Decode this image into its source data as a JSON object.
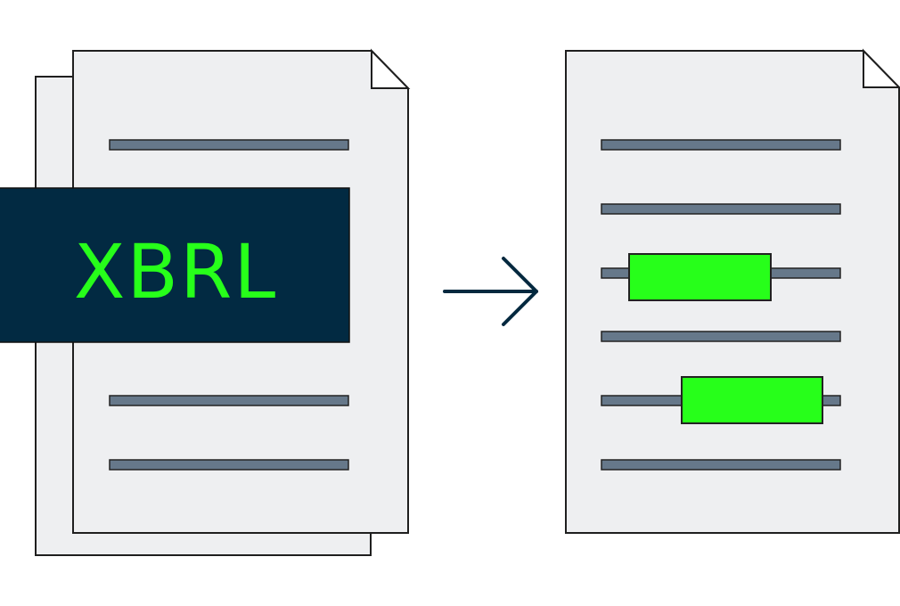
{
  "diagram": {
    "source": {
      "badge_label": "XBRL",
      "badge_text_color": "#27ff1a",
      "badge_bg_color": "#022a42",
      "pages": 2,
      "text_lines": 3
    },
    "transition": {
      "icon": "arrow-right-icon",
      "color": "#03293f"
    },
    "target": {
      "pages": 1,
      "text_lines": 6,
      "highlighted_lines": [
        3,
        5
      ],
      "highlight_color": "#27ff1a"
    },
    "colors": {
      "page_fill": "#eeeff1",
      "line_fill": "#66788a",
      "outline": "#1f1f1f"
    }
  }
}
